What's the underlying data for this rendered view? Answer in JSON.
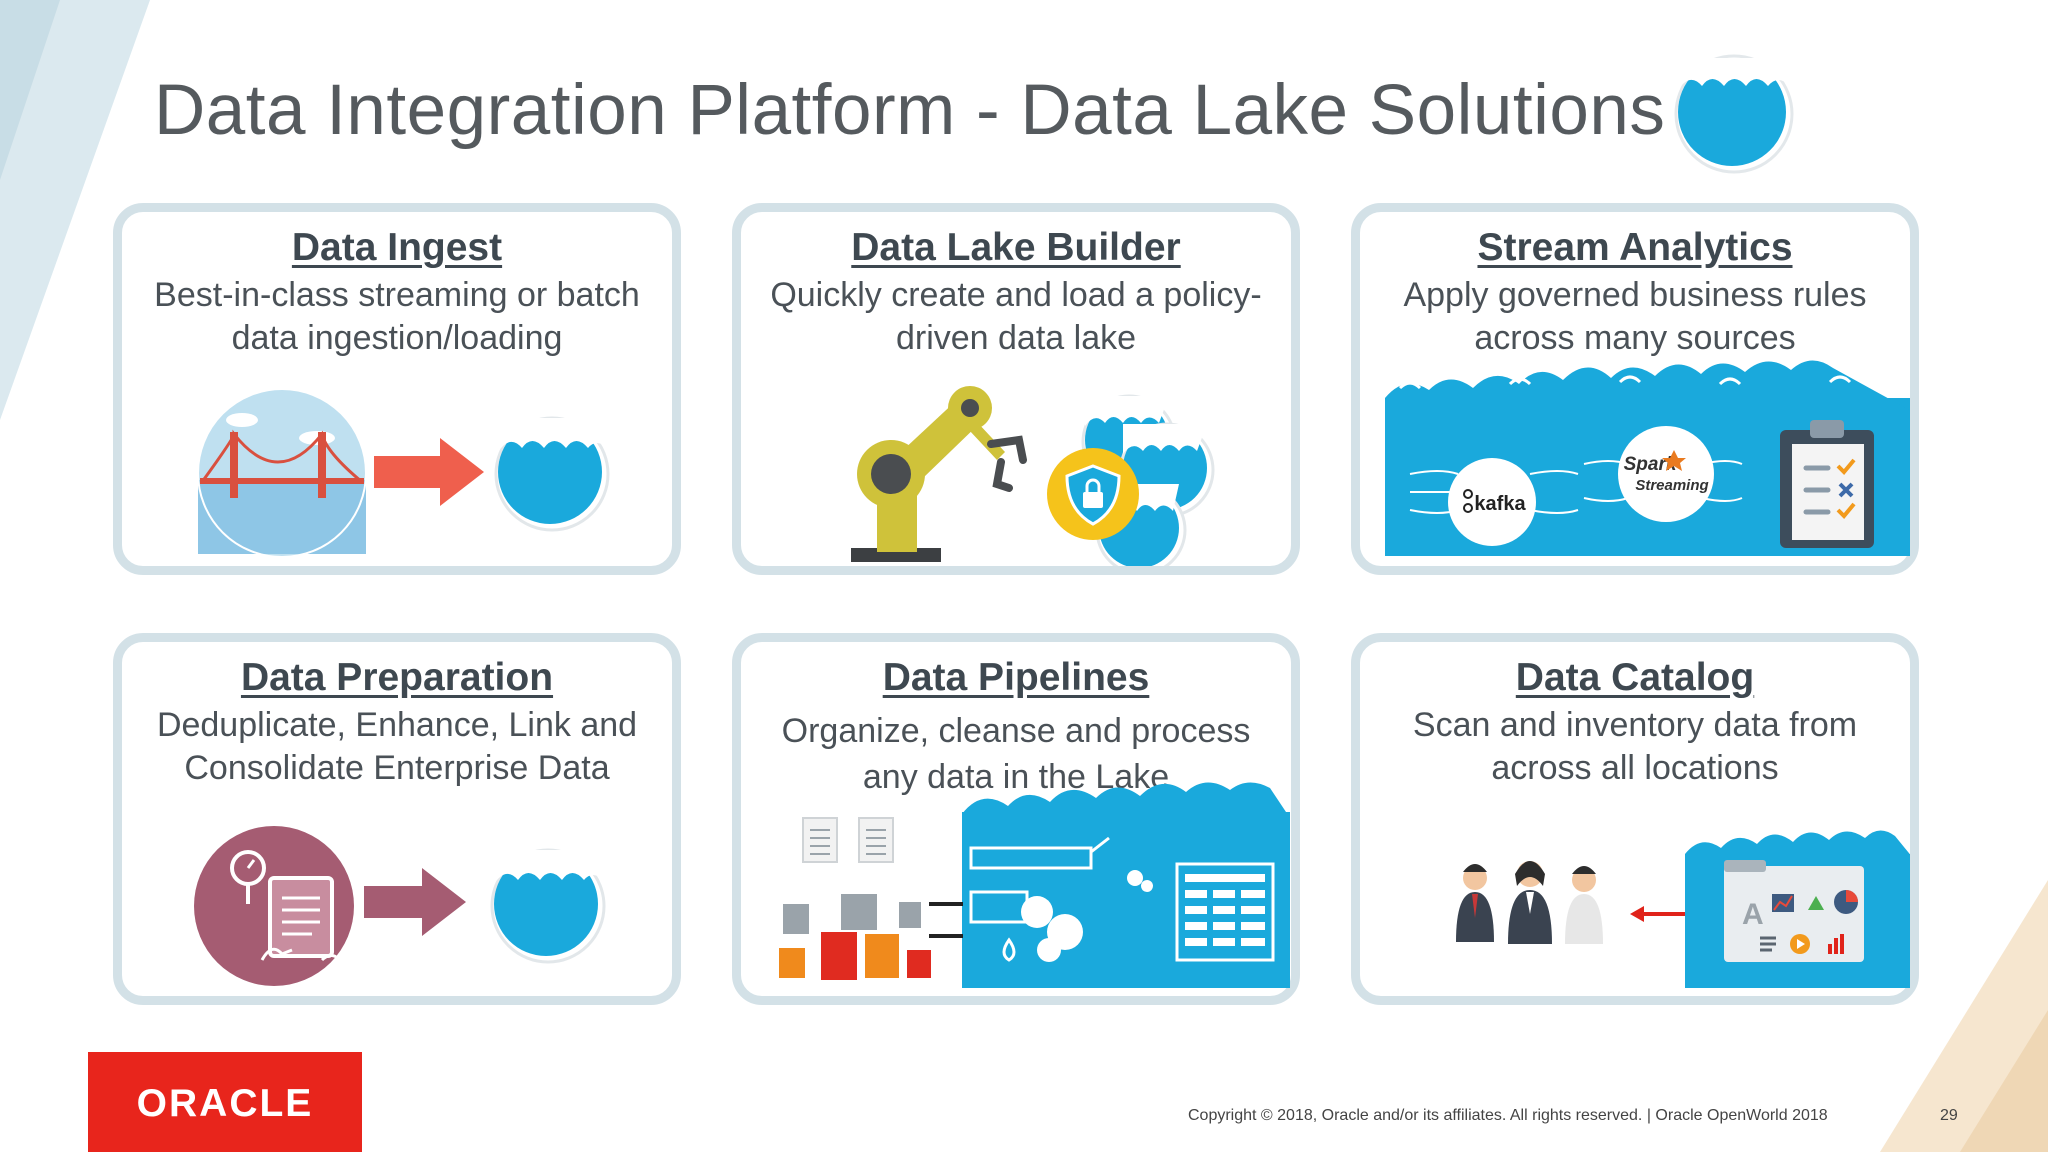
{
  "slide": {
    "title": "Data Integration Platform - Data Lake Solutions"
  },
  "cards": [
    {
      "title": "Data Ingest",
      "desc_lines": [
        "Best-in-class streaming or batch",
        "data ingestion/loading"
      ]
    },
    {
      "title": "Data Lake Builder",
      "desc_lines": [
        "Quickly create and load a policy-",
        "driven data lake"
      ]
    },
    {
      "title": "Stream Analytics",
      "desc_lines": [
        "Apply governed business rules",
        "across many sources"
      ],
      "badges": {
        "kafka": "kafka",
        "spark": "Spark",
        "spark_sub": "Streaming"
      }
    },
    {
      "title": "Data Preparation",
      "desc_lines": [
        "Deduplicate, Enhance, Link and",
        "Consolidate Enterprise Data"
      ]
    },
    {
      "title": "Data Pipelines",
      "desc_lines": [
        "Organize, cleanse and process",
        "any data in the Lake"
      ]
    },
    {
      "title": "Data Catalog",
      "desc_lines": [
        "Scan and inventory data from",
        "across all locations"
      ]
    }
  ],
  "footer": {
    "brand": "ORACLE",
    "copyright": "Copyright © 2018, Oracle and/or its affiliates. All rights reserved.  |  Oracle OpenWorld 2018",
    "page_number": "29"
  },
  "colors": {
    "lake_blue": "#1aa9dc",
    "card_border": "#d3e1e7",
    "arrow_red": "#ef5f4d",
    "arrow_mauve": "#a55c72",
    "oracle_red": "#e8251c"
  },
  "icons": [
    "lake-icon",
    "bridge-icon",
    "arrow-icon",
    "robot-arm-icon",
    "shield-lock-icon",
    "clipboard-checklist-icon",
    "prep-tablet-icon",
    "document-icon",
    "database-icon",
    "gears-icon",
    "table-icon",
    "people-icon",
    "double-arrow-icon",
    "catalog-folder-icon"
  ]
}
